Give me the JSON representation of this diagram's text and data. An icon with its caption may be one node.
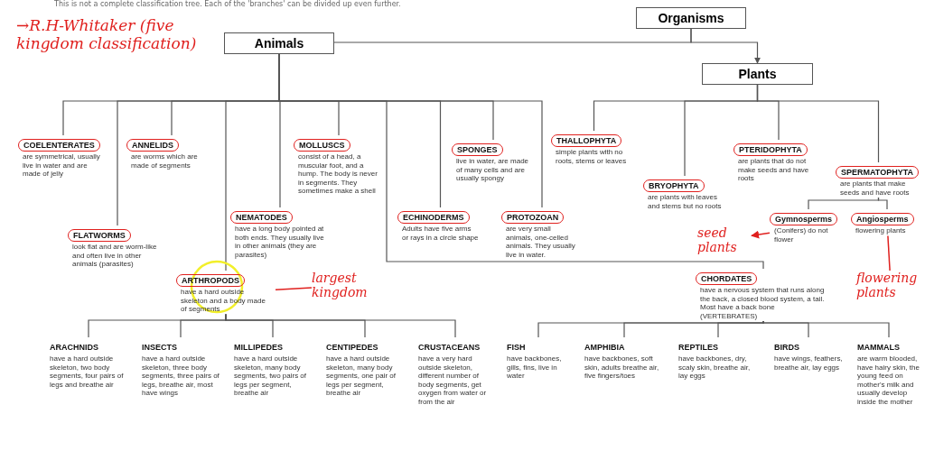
{
  "diagram": {
    "nodes": [
      {
        "text": [
          "Organisms"
        ]
      },
      {
        "text": [
          "Animals"
        ]
      },
      {
        "text": [
          "Plants"
        ]
      },
      {
        "text": [
          "COELENTERATES",
          "are symmetrical, usually live in water and are made of jelly"
        ]
      },
      {
        "text": [
          "ANNELIDS",
          "are worms which are made of segments"
        ]
      },
      {
        "text": [
          "MOLLUSCS",
          "consist of a head, a muscular foot, and a hump. The body is never in segments. They sometimes make a shell"
        ]
      },
      {
        "text": [
          "SPONGES",
          "live in water, are made of many cells and are usually spongy"
        ]
      },
      {
        "text": [
          "FLATWORMS",
          "look flat and are worm-like and often live in other animals (parasites)"
        ]
      },
      {
        "text": [
          "NEMATODES",
          "have a long body pointed at both ends. They usually live in other animals (they are parasites)"
        ]
      },
      {
        "text": [
          "ECHINODERMS",
          "Adults have five arms or rays in a circle shape"
        ]
      },
      {
        "text": [
          "PROTOZOAN",
          "are very small animals, one-celled animals. They usually live in water."
        ]
      },
      {
        "text": [
          "ARTHROPODS",
          "have a hard outside skeleton and a body made of segments"
        ]
      },
      {
        "text": [
          "CHORDATES",
          "have a nervous system that runs along the back, a closed blood system, a tail. Most have a back bone (VERTEBRATES)"
        ]
      },
      {
        "text": [
          "THALLOPHYTA",
          "simple plants with no roots, stems or leaves"
        ]
      },
      {
        "text": [
          "BRYOPHYTA",
          "are plants with leaves and stems but no roots"
        ]
      },
      {
        "text": [
          "PTERIDOPHYTA",
          "are plants that do not make seeds and have roots"
        ]
      },
      {
        "text": [
          "SPERMATOPHYTA",
          "are plants that make seeds and have roots"
        ]
      },
      {
        "text": [
          "Gymnosperms",
          "(Conifers) do not flower"
        ]
      },
      {
        "text": [
          "Angiosperms",
          "flowering plants"
        ]
      },
      {
        "text": [
          "ARACHNIDS",
          "have a hard outside skeleton, two body segments, four pairs of legs and breathe air"
        ]
      },
      {
        "text": [
          "INSECTS",
          "have a hard outside skeleton, three body segments, three pairs of legs, breathe air, most have wings"
        ]
      },
      {
        "text": [
          "MILLIPEDES",
          "have a hard outside skeleton, many body segments, two pairs of legs per segment, breathe air"
        ]
      },
      {
        "text": [
          "CENTIPEDES",
          "have a hard outside skeleton, many body segments, one pair of legs per segment, breathe air"
        ]
      },
      {
        "text": [
          "CRUSTACEANS",
          "have a very hard outside skeleton, different number of body segments, get oxygen from water or from the air"
        ]
      },
      {
        "text": [
          "FISH",
          "have backbones, gills, fins, live in water"
        ]
      },
      {
        "text": [
          "AMPHIBIA",
          "have backbones, soft skin, adults breathe air, five fingers/toes"
        ]
      },
      {
        "text": [
          "REPTILES",
          "have backbones, dry, scaly skin, breathe air, lay eggs"
        ]
      },
      {
        "text": [
          "BIRDS",
          "have wings, feathers, breathe air, lay eggs"
        ]
      },
      {
        "text": [
          "MAMMALS",
          "are warm blooded, have hairy skin, the young feed on mother's milk and usually develop inside the mother"
        ]
      },
      {
        "text": [
          "largest kingdom"
        ]
      },
      {
        "text": [
          "seed plants"
        ]
      },
      {
        "text": [
          "flowering plants"
        ]
      }
    ],
    "edges": [
      {
        "from": 0,
        "to": 1,
        "arrow": "none"
      },
      {
        "from": 0,
        "to": 2,
        "arrow": "to"
      },
      {
        "from": 1,
        "to": 3,
        "arrow": "none"
      },
      {
        "from": 1,
        "to": 7,
        "arrow": "none"
      },
      {
        "from": 1,
        "to": 4,
        "arrow": "none"
      },
      {
        "from": 1,
        "to": 11,
        "arrow": "none"
      },
      {
        "from": 1,
        "to": 8,
        "arrow": "none"
      },
      {
        "from": 1,
        "to": 5,
        "arrow": "none"
      },
      {
        "from": 1,
        "to": 12,
        "arrow": "none"
      },
      {
        "from": 1,
        "to": 9,
        "arrow": "none"
      },
      {
        "from": 1,
        "to": 6,
        "arrow": "none"
      },
      {
        "from": 1,
        "to": 10,
        "arrow": "none"
      },
      {
        "from": 2,
        "to": 13,
        "arrow": "none"
      },
      {
        "from": 2,
        "to": 14,
        "arrow": "none"
      },
      {
        "from": 2,
        "to": 15,
        "arrow": "none"
      },
      {
        "from": 2,
        "to": 16,
        "arrow": "none"
      },
      {
        "from": 16,
        "to": 17,
        "arrow": "none"
      },
      {
        "from": 16,
        "to": 18,
        "arrow": "none"
      },
      {
        "from": 11,
        "to": 19,
        "arrow": "none"
      },
      {
        "from": 11,
        "to": 20,
        "arrow": "none"
      },
      {
        "from": 11,
        "to": 21,
        "arrow": "none"
      },
      {
        "from": 11,
        "to": 22,
        "arrow": "none"
      },
      {
        "from": 11,
        "to": 23,
        "arrow": "none"
      },
      {
        "from": 12,
        "to": 24,
        "arrow": "none"
      },
      {
        "from": 12,
        "to": 25,
        "arrow": "none"
      },
      {
        "from": 12,
        "to": 26,
        "arrow": "none"
      },
      {
        "from": 12,
        "to": 27,
        "arrow": "none"
      },
      {
        "from": 12,
        "to": 28,
        "arrow": "none"
      },
      {
        "from": 29,
        "to": 11,
        "arrow": "none",
        "color": "#e0201e"
      },
      {
        "from": 17,
        "to": 30,
        "arrow": "to",
        "color": "#e0201e"
      },
      {
        "from": 31,
        "to": 18,
        "arrow": "none",
        "color": "#e0201e"
      }
    ],
    "labels": [
      "This is not a complete classification tree. Each of the 'branches' can be divided up even further.",
      "→R.H-Whitaker (five kingdom classification)"
    ]
  }
}
